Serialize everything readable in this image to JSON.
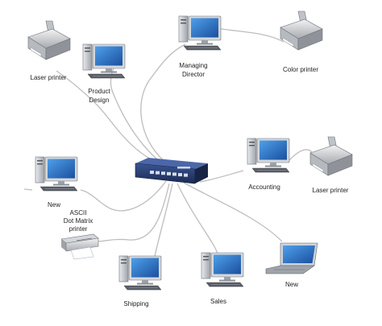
{
  "labels": {
    "laser_printer_left": "Laser printer",
    "product_design_line1": "Product",
    "product_design_line2": "Design",
    "managing_director_line1": "Managing",
    "managing_director_line2": "Director",
    "color_printer": "Color printer",
    "new_left": "New",
    "ascii_line1": "ASCII",
    "ascii_line2": "Dot Matrix",
    "ascii_line3": "printer",
    "accounting": "Accounting",
    "laser_printer_right": "Laser printer",
    "shipping": "Shipping",
    "sales": "Sales",
    "new_laptop": "New"
  },
  "device_icons": {
    "switch": "network-switch-icon",
    "workstation": "desktop-computer-icon",
    "laser_printer": "laser-printer-icon",
    "dot_matrix_printer": "dot-matrix-printer-icon",
    "laptop": "laptop-icon"
  },
  "colors": {
    "cable": "#bdbdbd",
    "switch_body": "#273a6e",
    "screen": "#2a6fc4",
    "case": "#c9ccd2"
  }
}
